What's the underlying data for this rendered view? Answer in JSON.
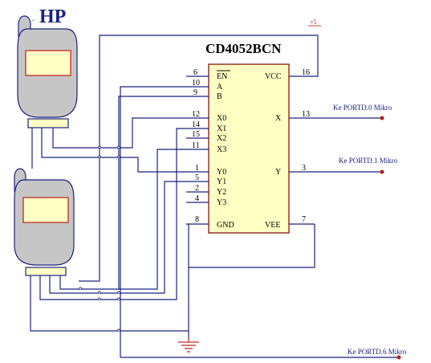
{
  "diagram": {
    "hp_label": "HP",
    "hp_dot": ".",
    "chip": {
      "name": "CD4052BCN",
      "pins_left": [
        {
          "num": "6",
          "label": "EN"
        },
        {
          "num": "10",
          "label": "A"
        },
        {
          "num": "9",
          "label": "B"
        },
        {
          "num": "12",
          "label": "X0"
        },
        {
          "num": "14",
          "label": "X1"
        },
        {
          "num": "15",
          "label": "X2"
        },
        {
          "num": "11",
          "label": "X3"
        },
        {
          "num": "1",
          "label": "Y0"
        },
        {
          "num": "5",
          "label": "Y1"
        },
        {
          "num": "2",
          "label": "Y2"
        },
        {
          "num": "4",
          "label": "Y3"
        },
        {
          "num": "8",
          "label": "GND"
        }
      ],
      "pins_right": [
        {
          "num": "16",
          "label": "VCC"
        },
        {
          "num": "13",
          "label": "X"
        },
        {
          "num": "3",
          "label": "Y"
        },
        {
          "num": "7",
          "label": "VEE"
        }
      ]
    },
    "power_label": "+5",
    "net_labels": [
      "Ke PORTD.0 Mikro",
      "Ke PORTD.1 Mikro",
      "Ke PORTD.6 Mikro"
    ],
    "components": [
      {
        "name": "handphone-1"
      },
      {
        "name": "handphone-2"
      },
      {
        "name": "ground"
      }
    ]
  }
}
